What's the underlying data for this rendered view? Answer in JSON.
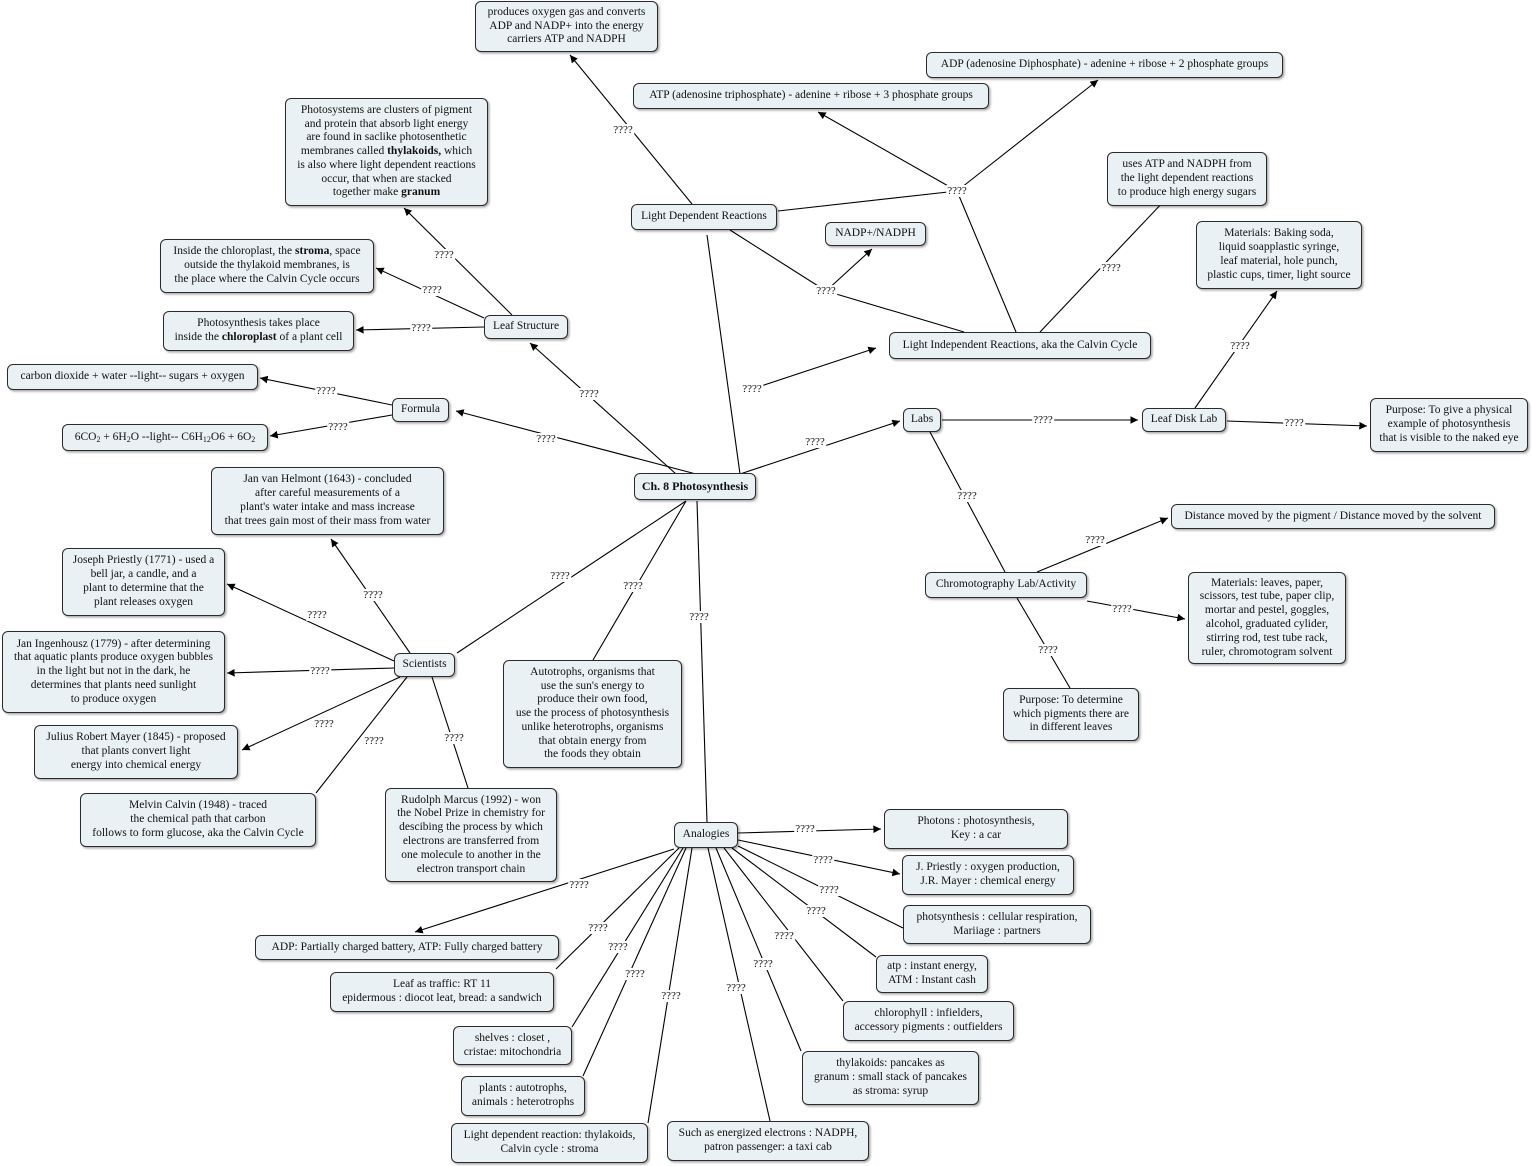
{
  "link_label": "????",
  "nodes": {
    "root": {
      "text": "Ch. 8 Photosynthesis"
    },
    "light_dep": {
      "text": "Light Dependent Reactions"
    },
    "light_dep_result": {
      "text": "produces oxygen gas and converts\nADP and NADP+ into the energy\ncarriers ATP and NADPH"
    },
    "atp": {
      "text": "ATP (adenosine triphosphate) - adenine + ribose + 3 phosphate groups"
    },
    "adp": {
      "text": "ADP (adenosine Diphosphate) - adenine + ribose + 2 phosphate groups"
    },
    "nadp": {
      "text": "NADP+/NADPH"
    },
    "calvin_use": {
      "text": "uses ATP and NADPH from\nthe light dependent reactions\nto produce high energy sugars"
    },
    "light_indep": {
      "text": "Light Independent Reactions, aka the Calvin Cycle"
    },
    "leaf_structure": {
      "text": "Leaf Structure"
    },
    "photosystems": {
      "pre": "Photosystems are clusters of pigment\nand protein that absorb light energy\nare found in saclike photosenthetic\nmembranes called ",
      "bold1": "thylakoids,",
      "mid": " which\nis also where light dependent reactions\noccur, that when are stacked\ntogether make ",
      "bold2": "granum"
    },
    "stroma": {
      "pre": "Inside the chloroplast, the ",
      "bold": "stroma",
      "post": ", space\noutside the thylakoid membranes, is\nthe place where the Calvin Cycle occurs"
    },
    "chloroplast": {
      "pre": "Photosynthesis takes place\ninside the ",
      "bold": "chloroplast",
      "post": " of a plant cell"
    },
    "formula": {
      "text": "Formula"
    },
    "formula_words": {
      "text": "carbon dioxide + water --light-- sugars + oxygen"
    },
    "formula_chem": {
      "p1": "6CO",
      "s1": "2",
      "p2": " + 6H",
      "s2": "2",
      "p3": "O --light-- C6H",
      "s3": "12",
      "p4": "O6 + 6O",
      "s4": "2"
    },
    "labs": {
      "text": "Labs"
    },
    "leaf_disk": {
      "text": "Leaf Disk Lab"
    },
    "leaf_disk_materials": {
      "text": "Materials:  Baking soda,\nliquid soapplastic syringe,\nleaf material, hole punch,\nplastic cups, timer, light source"
    },
    "leaf_disk_purpose": {
      "text": "Purpose:  To give a physical\nexample of photosynthesis\nthat is visible to the naked eye"
    },
    "chroma": {
      "text": "Chromotography Lab/Activity"
    },
    "rf": {
      "text": "Distance moved by the pigment / Distance moved by the solvent"
    },
    "chroma_materials": {
      "text": "Materials:  leaves, paper,\nscissors, test tube, paper clip,\nmortar and pestel, goggles,\nalcohol, graduated cylider,\nstirring rod, test tube rack,\nruler, chromotogram solvent"
    },
    "chroma_purpose": {
      "text": "Purpose:  To determine\nwhich pigments there are\nin different leaves"
    },
    "scientists": {
      "text": "Scientists"
    },
    "helmont": {
      "text": "Jan van Helmont (1643) - concluded\nafter careful measurements of a\nplant's water intake and mass increase\nthat trees gain most of their mass from water"
    },
    "priestly": {
      "text": "Joseph Priestly (1771) - used a\nbell jar, a candle, and a\nplant to determine that the\nplant releases oxygen"
    },
    "ingenhousz": {
      "text": "Jan Ingenhousz (1779) - after determining\nthat aquatic plants produce oxygen bubbles\nin the light but not in the dark, he\ndetermines that plants need sunlight\nto produce oxygen"
    },
    "mayer": {
      "text": "Julius Robert Mayer (1845) - proposed\nthat plants convert light\nenergy into chemical energy"
    },
    "calvin": {
      "text": "Melvin Calvin (1948) - traced\nthe chemical path that carbon\nfollows to form glucose, aka the Calvin Cycle"
    },
    "marcus": {
      "text": "Rudolph Marcus (1992) - won\nthe Nobel Prize in chemistry for\ndescibing the process by which\nelectrons are transferred from\none molecule to another in the\nelectron transport chain"
    },
    "autotrophs": {
      "text": "Autotrophs, organisms that\nuse the sun's energy to\nproduce their own food,\nuse the process of photosynthesis\nunlike heterotrophs, organisms\nthat obtain energy from\nthe foods they obtain"
    },
    "analogies": {
      "text": "Analogies"
    },
    "an_photons": {
      "text": "Photons : photosynthesis,\nKey : a car"
    },
    "an_priestly": {
      "text": "J. Priestly : oxygen production,\nJ.R. Mayer : chemical energy"
    },
    "an_cellresp": {
      "text": "photsynthesis : cellular respiration,\nMariiage : partners"
    },
    "an_atp": {
      "text": "atp : instant energy,\nATM : Instant cash"
    },
    "an_chloro": {
      "text": "chlorophyll : infielders,\naccessory pigments : outfielders"
    },
    "an_thylakoids": {
      "text": "thylakoids: pancakes as\ngranum : small stack of pancakes\nas stroma: syrup"
    },
    "an_electrons": {
      "text": "Such as energized electrons : NADPH,\npatron passenger: a taxi cab"
    },
    "an_lightdep": {
      "text": "Light dependent reaction: thylakoids,\nCalvin cycle : stroma"
    },
    "an_plants": {
      "text": "plants : autotrophs,\nanimals : heterotrophs"
    },
    "an_shelves": {
      "text": "shelves : closet ,\ncristae: mitochondria"
    },
    "an_leaf": {
      "text": "Leaf as traffic: RT 11\nepidermous : diocot leat, bread: a sandwich"
    },
    "an_battery": {
      "text": "ADP:  Partially charged battery, ATP:  Fully charged battery"
    }
  }
}
